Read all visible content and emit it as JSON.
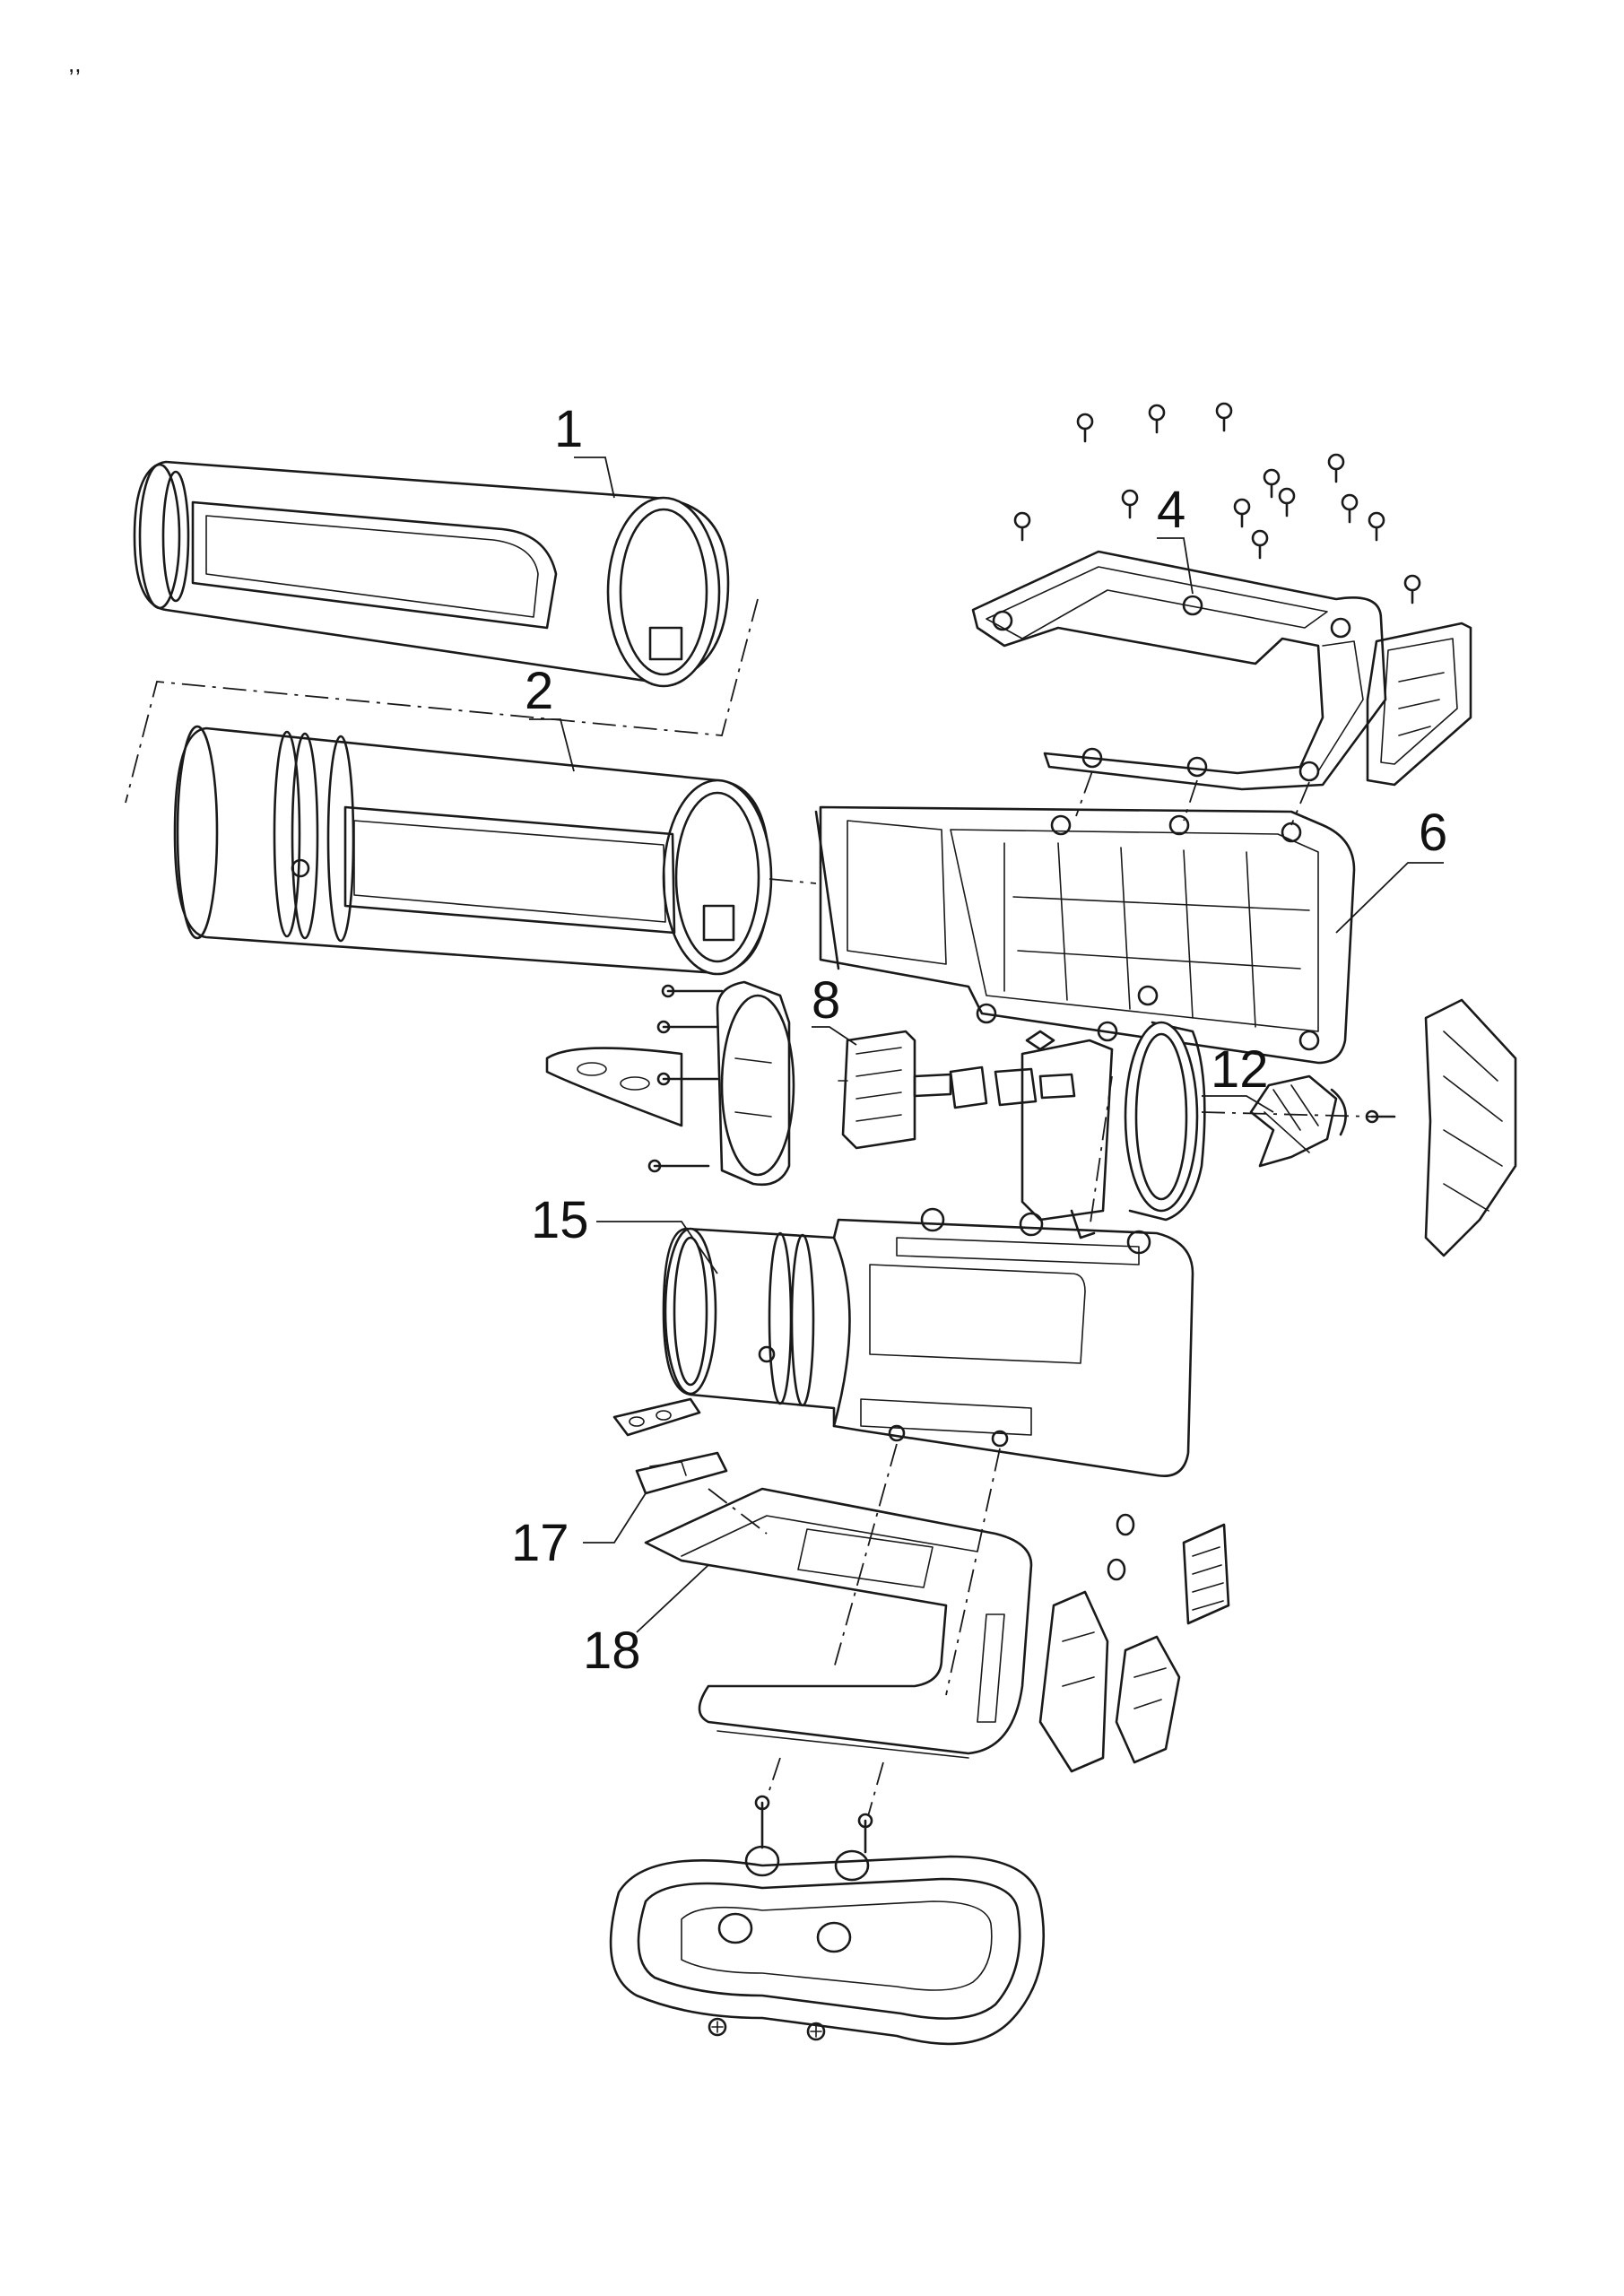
{
  "corner_mark": ",,",
  "callouts": [
    {
      "id": "1",
      "label": "1"
    },
    {
      "id": "2",
      "label": "2"
    },
    {
      "id": "4",
      "label": "4"
    },
    {
      "id": "6",
      "label": "6"
    },
    {
      "id": "8",
      "label": "8"
    },
    {
      "id": "12",
      "label": "12"
    },
    {
      "id": "15",
      "label": "15"
    },
    {
      "id": "17",
      "label": "17"
    },
    {
      "id": "18",
      "label": "18"
    }
  ],
  "colors": {
    "line": "#1a1a1a",
    "background": "#ffffff"
  }
}
